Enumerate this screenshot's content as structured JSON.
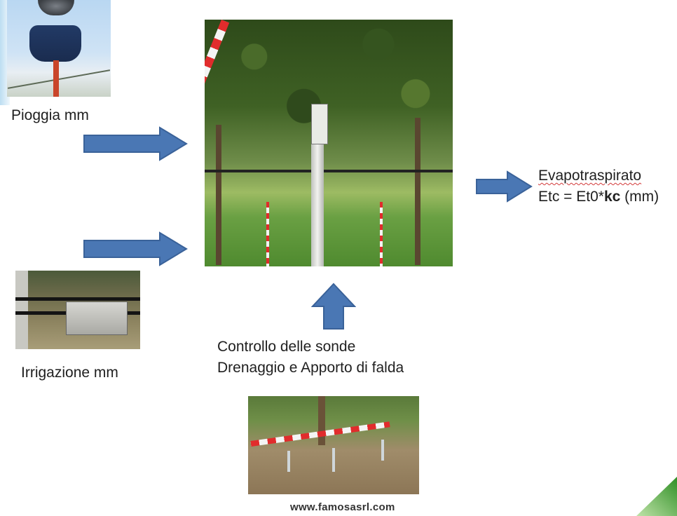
{
  "labels": {
    "rain": "Pioggia mm",
    "irrigation": "Irrigazione  mm",
    "controls_line1": "Controllo delle sonde",
    "controls_line2": "Drenaggio e Apporto di falda",
    "evap_title": "Evapotraspirato",
    "etc_prefix": "Etc = Et0*",
    "etc_kc": "kc",
    "etc_suffix": " (mm)"
  },
  "footer": {
    "website": "www.famosasrl.com"
  },
  "colors": {
    "arrow_fill": "#4a77b4",
    "arrow_stroke": "#3a6299",
    "accent_green": "#3f9b2f"
  },
  "icons": {
    "rain_arrow": "arrow-right-icon",
    "irrigation_arrow": "arrow-right-icon",
    "evap_arrow": "arrow-right-icon",
    "controls_arrow": "arrow-up-icon"
  }
}
